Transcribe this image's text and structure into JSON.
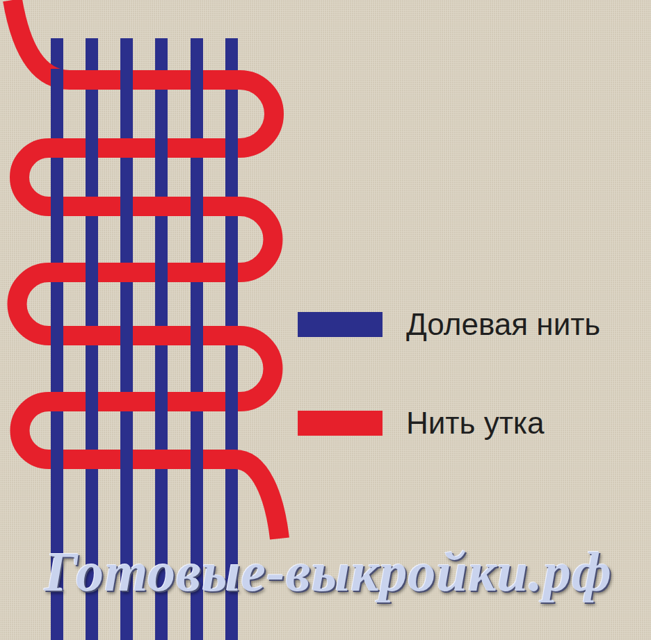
{
  "diagram": {
    "labels": [
      "Готовые-выкройки.рф"
    ],
    "legend": [
      {
        "text": "Долевая нить",
        "color": "#2b2f8c"
      },
      {
        "text": "Нить утка",
        "color": "#e6202b"
      }
    ]
  }
}
